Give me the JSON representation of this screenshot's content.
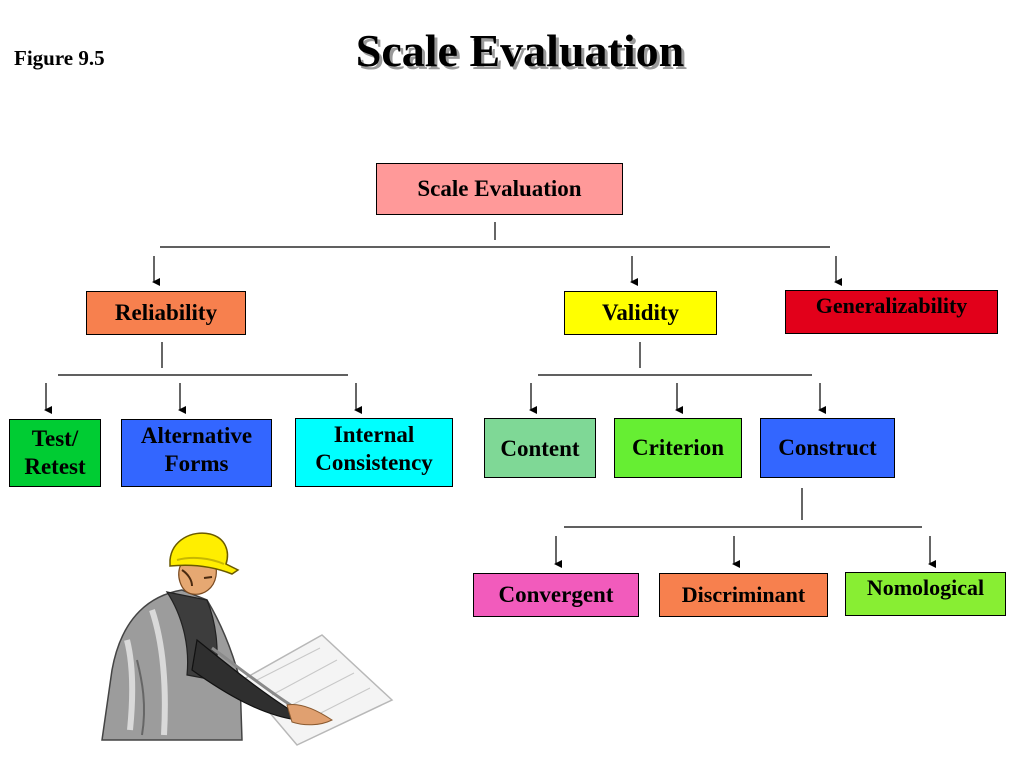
{
  "figure_label": "Figure 9.5",
  "title": "Scale Evaluation",
  "root": {
    "label": "Scale Evaluation",
    "color": "#ff9999"
  },
  "level1": [
    {
      "label": "Reliability",
      "color": "#f7804e"
    },
    {
      "label": "Validity",
      "color": "#ffff00"
    },
    {
      "label": "Generalizability",
      "color": "#e2001a"
    }
  ],
  "reliability_children": [
    {
      "label": "Test/ Retest",
      "color": "#00cc33"
    },
    {
      "label": "Alternative Forms",
      "color": "#3366ff"
    },
    {
      "label": "Internal Consistency",
      "color": "#00ffff"
    }
  ],
  "validity_children": [
    {
      "label": "Content",
      "color": "#7fd896"
    },
    {
      "label": "Criterion",
      "color": "#66ee33"
    },
    {
      "label": "Construct",
      "color": "#3366ff"
    }
  ],
  "construct_children": [
    {
      "label": "Convergent",
      "color": "#f25bbc"
    },
    {
      "label": "Discriminant",
      "color": "#f7804e"
    },
    {
      "label": "Nomological",
      "color": "#88ee33"
    }
  ]
}
